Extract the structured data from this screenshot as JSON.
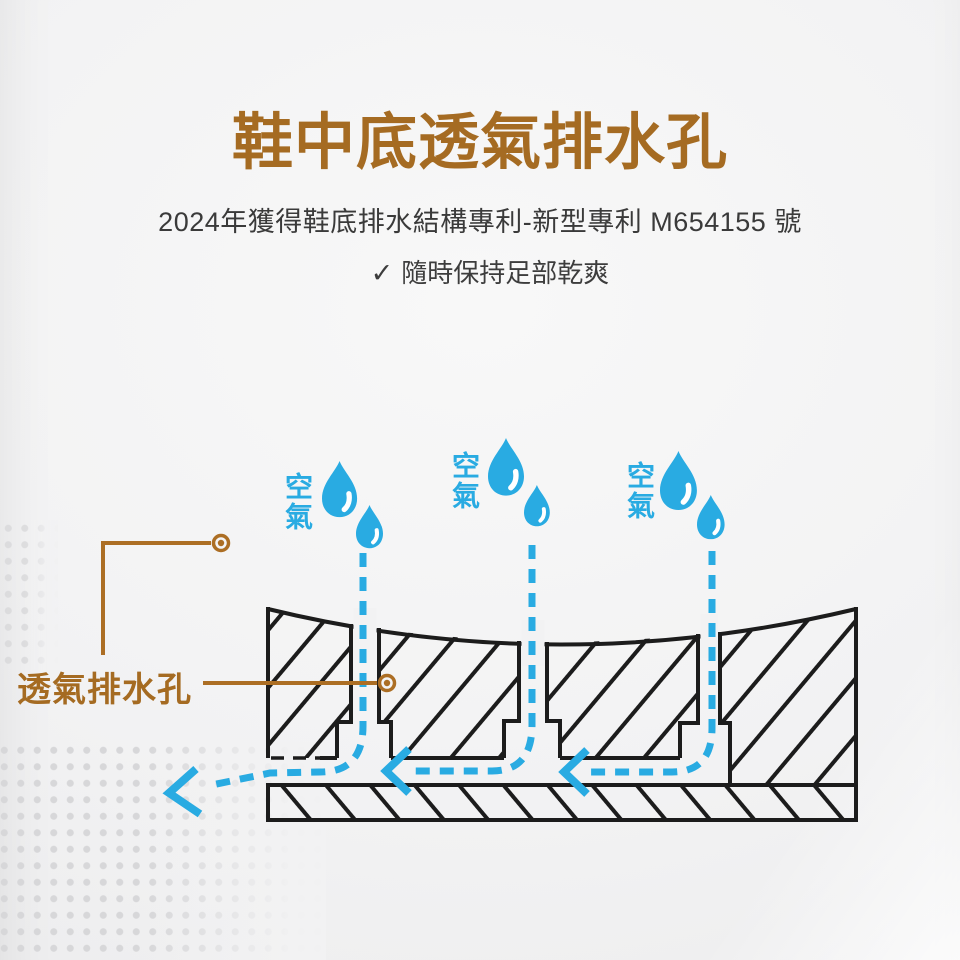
{
  "page": {
    "title": "鞋中底透氣排水孔",
    "subtitle": "2024年獲得鞋底排水結構專利-新型專利 M654155 號",
    "feature_check": "✓",
    "feature_text": "隨時保持足部乾爽"
  },
  "diagram": {
    "air_label_1": "空氣",
    "air_label_2": "空氣",
    "air_label_3": "空氣",
    "drainage_label": "透氣排水孔"
  },
  "colors": {
    "title_brown": "#A56B22",
    "pointer_brown": "#AC6E24",
    "water_cyan": "#29ABE2",
    "outline_black": "#1C1C1C",
    "text_dark": "#3A3A3A",
    "dot_gray": "#D7D7D9"
  }
}
